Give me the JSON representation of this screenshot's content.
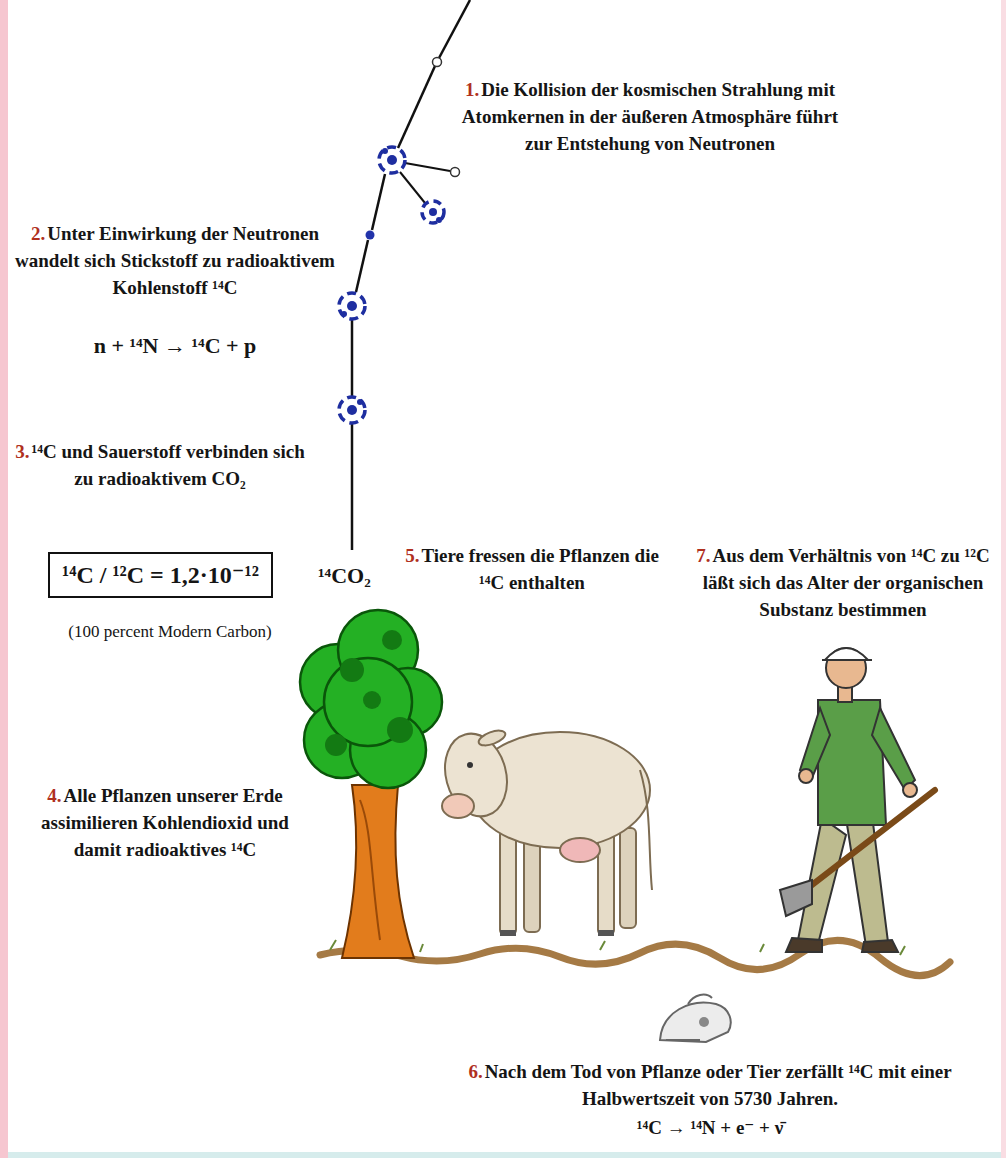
{
  "diagram": {
    "nodes": [
      {
        "text": [
          "¹⁴C / ¹²C = 1,2·10⁻¹²"
        ]
      }
    ],
    "labels": [
      "1.",
      "Die Kollision der kosmischen Strahlung mit Atomkernen in der äußeren Atmosphäre führt zur Entstehung von Neutronen",
      "2.",
      "Unter Einwirkung der Neutronen wandelt sich Stickstoff zu radioaktivem Kohlenstoff ¹⁴C",
      "n + ¹⁴N → ¹⁴C + p",
      "3.",
      "¹⁴C und Sauerstoff verbinden sich zu radioaktivem CO₂",
      "(100 percent Modern Carbon)",
      "¹⁴CO₂",
      "4.",
      "Alle Pflanzen unserer Erde assimilieren Kohlendioxid und damit radioaktives ¹⁴C",
      "5.",
      "Tiere fressen die Pflanzen die ¹⁴C enthalten",
      "7.",
      "Aus dem Verhältnis von ¹⁴C zu ¹²C läßt sich das Alter der organischen Substanz bestimmen",
      "6.",
      "Nach dem Tod von Pflanze oder Tier zerfällt ¹⁴C mit einer Halbwertszeit von 5730 Jahren.",
      "¹⁴C → ¹⁴N + e⁻ + ν̄"
    ]
  }
}
